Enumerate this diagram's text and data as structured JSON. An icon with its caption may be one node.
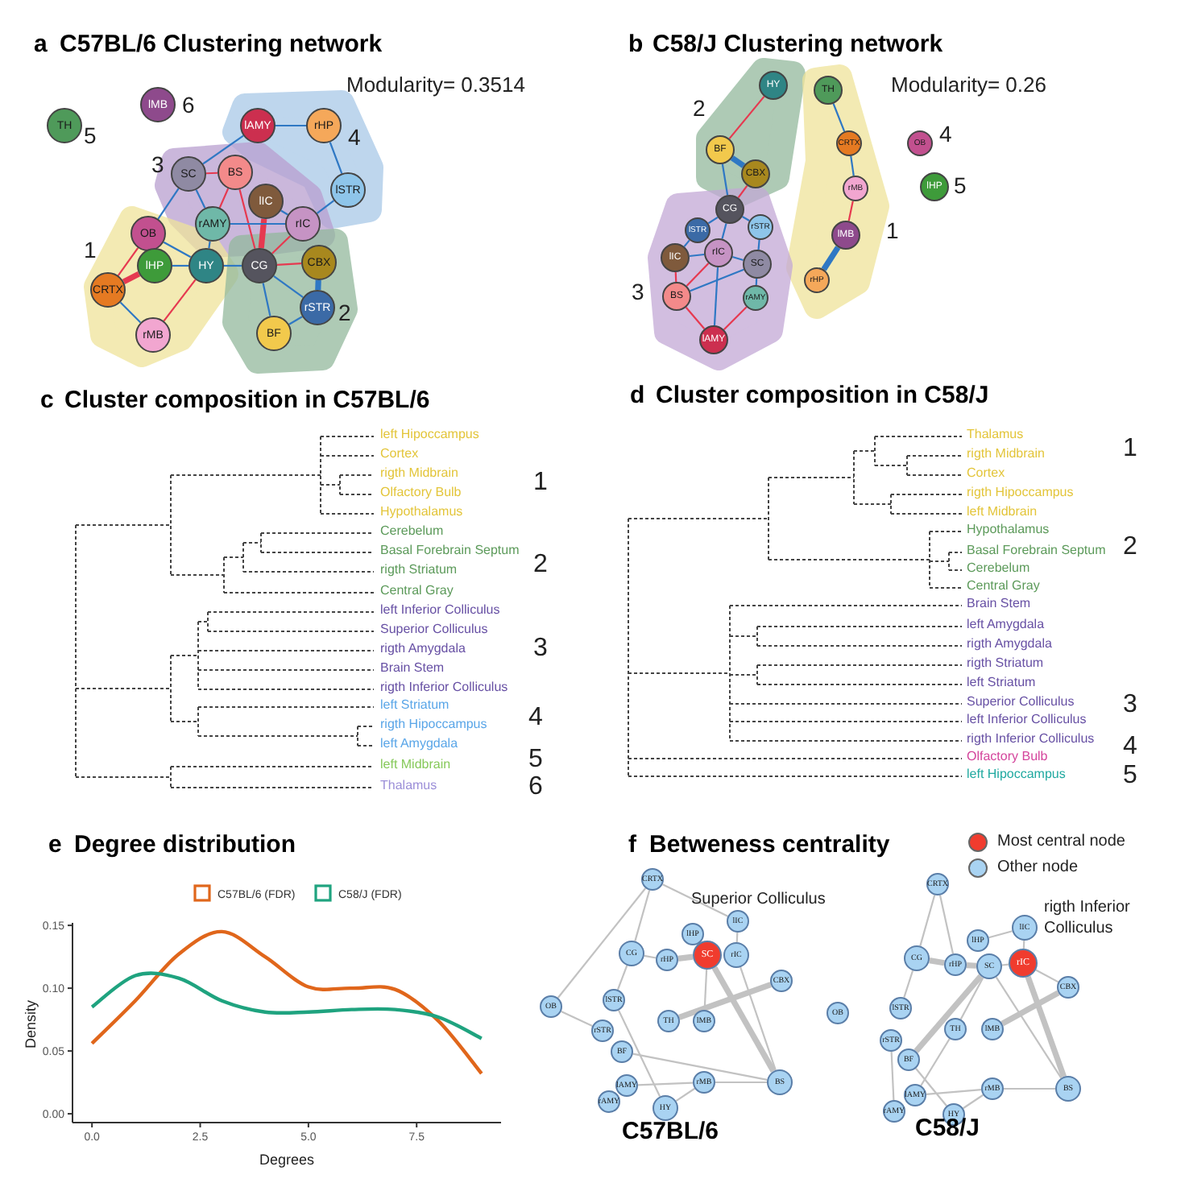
{
  "diagram": {
    "nodes": [
      {
        "text": [],
        "shape": "blob",
        "beside": [
          "4"
        ]
      },
      {
        "text": [],
        "shape": "blob",
        "beside": [
          "3"
        ]
      },
      {
        "text": [],
        "shape": "blob",
        "beside": [
          "1"
        ]
      },
      {
        "text": [],
        "shape": "blob",
        "beside": [
          "2"
        ]
      },
      {
        "text": [
          "TH"
        ],
        "beside": [
          "5"
        ]
      },
      {
        "text": [
          "lMB"
        ],
        "beside": [
          "6"
        ]
      },
      {
        "text": [
          "lAMY"
        ],
        "in": 0
      },
      {
        "text": [
          "rHP"
        ],
        "in": 0
      },
      {
        "text": [
          "lSTR"
        ],
        "in": 0
      },
      {
        "text": [
          "SC"
        ],
        "in": 1
      },
      {
        "text": [
          "BS"
        ],
        "in": 1
      },
      {
        "text": [
          "lIC"
        ],
        "in": 1
      },
      {
        "text": [
          "rAMY"
        ],
        "in": 1
      },
      {
        "text": [
          "rIC"
        ],
        "in": 1
      },
      {
        "text": [
          "OB"
        ],
        "in": 2
      },
      {
        "text": [
          "lHP"
        ],
        "in": 2
      },
      {
        "text": [
          "HY"
        ],
        "in": 2
      },
      {
        "text": [
          "CG"
        ],
        "in": 3
      },
      {
        "text": [
          "CBX"
        ],
        "in": 3
      },
      {
        "text": [
          "CRTX"
        ],
        "in": 2
      },
      {
        "text": [
          "rSTR"
        ],
        "in": 3
      },
      {
        "text": [
          "BF"
        ],
        "in": 3
      },
      {
        "text": [
          "rMB"
        ],
        "in": 2
      },
      {
        "text": [],
        "shape": "blob",
        "beside": [
          "2"
        ]
      },
      {
        "text": [],
        "shape": "blob",
        "beside": [
          "1"
        ]
      },
      {
        "text": [],
        "shape": "blob",
        "beside": [
          "3"
        ]
      },
      {
        "text": [
          "HY"
        ],
        "in": 23
      },
      {
        "text": [
          "TH"
        ],
        "in": 24
      },
      {
        "text": [
          "BF"
        ],
        "in": 23
      },
      {
        "text": [
          "CBX"
        ],
        "in": 23
      },
      {
        "text": [
          "CRTX"
        ],
        "in": 24
      },
      {
        "text": [
          "rMB"
        ],
        "in": 24
      },
      {
        "text": [
          "lMB"
        ],
        "in": 24
      },
      {
        "text": [
          "rHP"
        ],
        "in": 24
      },
      {
        "text": [
          "OB"
        ],
        "beside": [
          "4"
        ]
      },
      {
        "text": [
          "lHP"
        ],
        "beside": [
          "5"
        ]
      },
      {
        "text": [
          "CG"
        ]
      },
      {
        "text": [
          "lSTR"
        ],
        "in": 25
      },
      {
        "text": [
          "rSTR"
        ],
        "in": 25
      },
      {
        "text": [
          "lIC"
        ],
        "in": 25
      },
      {
        "text": [
          "rIC"
        ],
        "in": 25
      },
      {
        "text": [
          "SC"
        ],
        "in": 25
      },
      {
        "text": [
          "BS"
        ],
        "in": 25
      },
      {
        "text": [
          "rAMY"
        ],
        "in": 25
      },
      {
        "text": [
          "lAMY"
        ],
        "in": 25
      },
      {
        "text": [
          "CRTX"
        ]
      },
      {
        "text": [
          "lIC"
        ]
      },
      {
        "text": [
          "lHP"
        ]
      },
      {
        "text": [
          "CG"
        ]
      },
      {
        "text": [
          "rHP"
        ]
      },
      {
        "text": [
          "SC"
        ]
      },
      {
        "text": [
          "rIC"
        ]
      },
      {
        "text": [
          "CBX"
        ]
      },
      {
        "text": [
          "OB"
        ]
      },
      {
        "text": [
          "lSTR"
        ]
      },
      {
        "text": [
          "TH"
        ]
      },
      {
        "text": [
          "lMB"
        ]
      },
      {
        "text": [
          "rSTR"
        ]
      },
      {
        "text": [
          "BF"
        ]
      },
      {
        "text": [
          "lAMY"
        ]
      },
      {
        "text": [
          "rAMY"
        ]
      },
      {
        "text": [
          "rMB"
        ]
      },
      {
        "text": [
          "BS"
        ]
      },
      {
        "text": [
          "HY"
        ]
      },
      {
        "text": [
          "CRTX"
        ]
      },
      {
        "text": [
          "lIC"
        ]
      },
      {
        "text": [
          "lHP"
        ]
      },
      {
        "text": [
          "CG"
        ]
      },
      {
        "text": [
          "rHP"
        ]
      },
      {
        "text": [
          "SC"
        ]
      },
      {
        "text": [
          "rIC"
        ]
      },
      {
        "text": [
          "CBX"
        ]
      },
      {
        "text": [
          "OB"
        ]
      },
      {
        "text": [
          "lSTR"
        ]
      },
      {
        "text": [
          "TH"
        ]
      },
      {
        "text": [
          "lMB"
        ]
      },
      {
        "text": [
          "rSTR"
        ]
      },
      {
        "text": [
          "BF"
        ]
      },
      {
        "text": [
          "lAMY"
        ]
      },
      {
        "text": [
          "rAMY"
        ]
      },
      {
        "text": [
          "rMB"
        ]
      },
      {
        "text": [
          "BS"
        ]
      },
      {
        "text": [
          "HY"
        ]
      }
    ],
    "edges": [
      {
        "from": 9,
        "to": 10,
        "arrow": "none",
        "color": "#e63950"
      },
      {
        "from": 10,
        "to": 17,
        "arrow": "none",
        "color": "#e63950"
      },
      {
        "from": 11,
        "to": 17,
        "arrow": "none",
        "color": "#e63950",
        "style": "thick"
      },
      {
        "from": 11,
        "to": 13,
        "arrow": "none",
        "color": "#2f78c4"
      },
      {
        "from": 12,
        "to": 9,
        "arrow": "none",
        "color": "#2f78c4"
      },
      {
        "from": 12,
        "to": 16,
        "arrow": "none",
        "color": "#2f78c4"
      },
      {
        "from": 13,
        "to": 17,
        "arrow": "none",
        "color": "#e63950"
      },
      {
        "from": 13,
        "to": 8,
        "arrow": "none",
        "color": "#2f78c4"
      },
      {
        "from": 6,
        "to": 7,
        "arrow": "none",
        "color": "#2f78c4"
      },
      {
        "from": 7,
        "to": 8,
        "arrow": "none",
        "color": "#2f78c4"
      },
      {
        "from": 6,
        "to": 9,
        "arrow": "none",
        "color": "#2f78c4"
      },
      {
        "from": 14,
        "to": 19,
        "arrow": "none",
        "color": "#e63950"
      },
      {
        "from": 14,
        "to": 16,
        "arrow": "none",
        "color": "#2f78c4"
      },
      {
        "from": 15,
        "to": 16,
        "arrow": "none",
        "color": "#2f78c4"
      },
      {
        "from": 15,
        "to": 19,
        "arrow": "none",
        "color": "#e63950",
        "style": "thick"
      },
      {
        "from": 19,
        "to": 22,
        "arrow": "none",
        "color": "#2f78c4"
      },
      {
        "from": 16,
        "to": 17,
        "arrow": "none",
        "color": "#2f78c4"
      },
      {
        "from": 16,
        "to": 22,
        "arrow": "none",
        "color": "#e63950"
      },
      {
        "from": 17,
        "to": 18,
        "arrow": "none",
        "color": "#e63950"
      },
      {
        "from": 17,
        "to": 20,
        "arrow": "none",
        "color": "#2f78c4"
      },
      {
        "from": 17,
        "to": 21,
        "arrow": "none",
        "color": "#2f78c4"
      },
      {
        "from": 18,
        "to": 20,
        "arrow": "none",
        "color": "#2f78c4",
        "style": "thick"
      },
      {
        "from": 20,
        "to": 21,
        "arrow": "none",
        "color": "#2f78c4"
      },
      {
        "from": 9,
        "to": 14,
        "arrow": "none",
        "color": "#2f78c4"
      },
      {
        "from": 10,
        "to": 12,
        "arrow": "none",
        "color": "#e63950"
      },
      {
        "from": 13,
        "to": 12,
        "arrow": "none",
        "color": "#2f78c4"
      },
      {
        "from": 26,
        "to": 28,
        "arrow": "none",
        "color": "#e63950"
      },
      {
        "from": 28,
        "to": 29,
        "arrow": "none",
        "color": "#2f78c4",
        "style": "thick"
      },
      {
        "from": 28,
        "to": 36,
        "arrow": "none",
        "color": "#2f78c4"
      },
      {
        "from": 29,
        "to": 36,
        "arrow": "none",
        "color": "#e63950"
      },
      {
        "from": 27,
        "to": 30,
        "arrow": "none",
        "color": "#2f78c4"
      },
      {
        "from": 30,
        "to": 31,
        "arrow": "none",
        "color": "#2f78c4"
      },
      {
        "from": 31,
        "to": 32,
        "arrow": "none",
        "color": "#e63950"
      },
      {
        "from": 32,
        "to": 33,
        "arrow": "none",
        "color": "#2f78c4",
        "style": "thick"
      },
      {
        "from": 36,
        "to": 37,
        "arrow": "none",
        "color": "#2f78c4"
      },
      {
        "from": 36,
        "to": 38,
        "arrow": "none",
        "color": "#2f78c4"
      },
      {
        "from": 36,
        "to": 40,
        "arrow": "none",
        "color": "#2f78c4"
      },
      {
        "from": 37,
        "to": 39,
        "arrow": "none",
        "color": "#2f78c4"
      },
      {
        "from": 39,
        "to": 40,
        "arrow": "none",
        "color": "#2f78c4"
      },
      {
        "from": 40,
        "to": 41,
        "arrow": "none",
        "color": "#2f78c4"
      },
      {
        "from": 39,
        "to": 42,
        "arrow": "none",
        "color": "#e63950"
      },
      {
        "from": 42,
        "to": 44,
        "arrow": "none",
        "color": "#e63950"
      },
      {
        "from": 41,
        "to": 43,
        "arrow": "none",
        "color": "#2f78c4"
      },
      {
        "from": 43,
        "to": 44,
        "arrow": "none",
        "color": "#e63950"
      },
      {
        "from": 42,
        "to": 41,
        "arrow": "none",
        "color": "#2f78c4"
      },
      {
        "from": 38,
        "to": 41,
        "arrow": "none",
        "color": "#2f78c4"
      },
      {
        "from": 40,
        "to": 42,
        "arrow": "none",
        "color": "#e63950"
      },
      {
        "from": 40,
        "to": 44,
        "arrow": "none",
        "color": "#2f78c4"
      },
      {
        "from": 45,
        "to": 53,
        "arrow": "none"
      },
      {
        "from": 45,
        "to": 46,
        "arrow": "none"
      },
      {
        "from": 45,
        "to": 48,
        "arrow": "none"
      },
      {
        "from": 48,
        "to": 49,
        "arrow": "none"
      },
      {
        "from": 49,
        "to": 50,
        "arrow": "none",
        "style": "thick"
      },
      {
        "from": 50,
        "to": 62,
        "arrow": "none",
        "style": "thick"
      },
      {
        "from": 48,
        "to": 54,
        "arrow": "none"
      },
      {
        "from": 54,
        "to": 63,
        "arrow": "none"
      },
      {
        "from": 55,
        "to": 52,
        "arrow": "none",
        "style": "thick"
      },
      {
        "from": 53,
        "to": 57,
        "arrow": "none"
      },
      {
        "from": 58,
        "to": 62,
        "arrow": "none"
      },
      {
        "from": 51,
        "to": 62,
        "arrow": "none"
      },
      {
        "from": 59,
        "to": 61,
        "arrow": "none"
      },
      {
        "from": 61,
        "to": 62,
        "arrow": "none"
      },
      {
        "from": 63,
        "to": 61,
        "arrow": "none"
      },
      {
        "from": 46,
        "to": 51,
        "arrow": "none"
      },
      {
        "from": 50,
        "to": 56,
        "arrow": "none"
      },
      {
        "from": 64,
        "to": 68,
        "arrow": "none"
      },
      {
        "from": 64,
        "to": 67,
        "arrow": "none"
      },
      {
        "from": 67,
        "to": 68,
        "arrow": "none",
        "style": "thick"
      },
      {
        "from": 68,
        "to": 69,
        "arrow": "none",
        "style": "thick"
      },
      {
        "from": 69,
        "to": 70,
        "arrow": "none"
      },
      {
        "from": 65,
        "to": 70,
        "arrow": "none"
      },
      {
        "from": 70,
        "to": 81,
        "arrow": "none",
        "style": "thick"
      },
      {
        "from": 70,
        "to": 71,
        "arrow": "none"
      },
      {
        "from": 69,
        "to": 74,
        "arrow": "none"
      },
      {
        "from": 74,
        "to": 78,
        "arrow": "none"
      },
      {
        "from": 73,
        "to": 67,
        "arrow": "none"
      },
      {
        "from": 77,
        "to": 82,
        "arrow": "none"
      },
      {
        "from": 80,
        "to": 81,
        "arrow": "none"
      },
      {
        "from": 78,
        "to": 80,
        "arrow": "none"
      },
      {
        "from": 77,
        "to": 69,
        "arrow": "none",
        "style": "thick"
      },
      {
        "from": 79,
        "to": 76,
        "arrow": "none"
      },
      {
        "from": 75,
        "to": 71,
        "arrow": "none",
        "style": "thick"
      },
      {
        "from": 69,
        "to": 81,
        "arrow": "none"
      },
      {
        "from": 66,
        "to": 65,
        "arrow": "none"
      },
      {
        "from": 82,
        "to": 80,
        "arrow": "none"
      }
    ],
    "labels": [
      "a",
      "C57BL/6 Clustering network",
      "Modularity= 0.3514",
      "b",
      "C58/J Clustering network",
      "Modularity= 0.26",
      "c",
      "Cluster composition in C57BL/6",
      "left Hipoccampus",
      "Cortex",
      "rigth Midbrain",
      "Olfactory Bulb",
      "Hypothalamus",
      "Cerebelum",
      "Basal Forebrain Septum",
      "rigth Striatum",
      "Central Gray",
      "left Inferior Colliculus",
      "Superior Colliculus",
      "rigth Amygdala",
      "Brain Stem",
      "rigth Inferior Colliculus",
      "left Striatum",
      "rigth Hipoccampus",
      "left Amygdala",
      "left Midbrain",
      "Thalamus",
      "1",
      "2",
      "3",
      "4",
      "5",
      "6",
      "d",
      "Cluster composition in C58/J",
      "Thalamus",
      "rigth Midbrain",
      "Cortex",
      "rigth Hipoccampus",
      "left Midbrain",
      "Hypothalamus",
      "Basal Forebrain Septum",
      "Cerebelum",
      "Central Gray",
      "Brain Stem",
      "left Amygdala",
      "rigth Amygdala",
      "rigth Striatum",
      "left Striatum",
      "Superior Colliculus",
      "left Inferior Colliculus",
      "rigth Inferior Colliculus",
      "Olfactory Bulb",
      "left Hipoccampus",
      "1",
      "2",
      "3",
      "4",
      "5",
      "e",
      "Degree distribution",
      "f",
      "Betweness centrality",
      "Superior Colliculus",
      "rigth Inferior Colliculus",
      "C57BL/6",
      "C58/J"
    ],
    "legend": [
      {
        "text": "Most central node",
        "color": "#f03c2e"
      },
      {
        "text": "Other node",
        "color": "#a9d3f2"
      }
    ],
    "chart_data": {
      "type": "line",
      "xlabel": "Degrees",
      "ylabel": "Density",
      "x": [
        0,
        1,
        2,
        3,
        4,
        5,
        6,
        7,
        8,
        9
      ],
      "series": [
        {
          "name": "C57BL/6 (FDR)",
          "color": "#e0661b",
          "values": [
            0.056,
            0.09,
            0.127,
            0.145,
            0.125,
            0.101,
            0.1,
            0.099,
            0.074,
            0.032
          ]
        },
        {
          "name": "C58/J (FDR)",
          "color": "#1fa37f",
          "values": [
            0.085,
            0.11,
            0.108,
            0.09,
            0.081,
            0.081,
            0.083,
            0.083,
            0.077,
            0.06
          ]
        }
      ],
      "xlim": [
        -0.45,
        9.45
      ],
      "ylim": [
        -0.007,
        0.152
      ],
      "legend": "top",
      "xticks": [
        {
          "value": 0,
          "label": "0.0"
        },
        {
          "value": 2.5,
          "label": "2.5"
        },
        {
          "value": 5,
          "label": "5.0"
        },
        {
          "value": 7.5,
          "label": "7.5"
        }
      ],
      "yticks": [
        {
          "value": 0,
          "label": "0.00"
        },
        {
          "value": 0.05,
          "label": "0.05"
        },
        {
          "value": 0.1,
          "label": "0.10"
        },
        {
          "value": 0.15,
          "label": "0.15"
        }
      ]
    }
  }
}
